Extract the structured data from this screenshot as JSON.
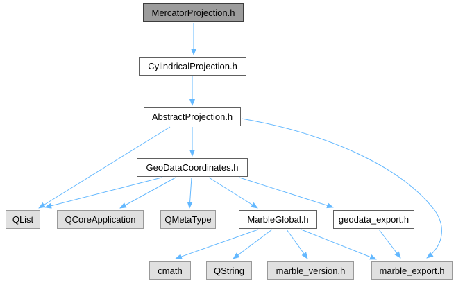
{
  "graph": {
    "kind": "include-dependency-graph",
    "root": "MercatorProjection.h",
    "colors": {
      "edge": "#63b8ff",
      "focus_node_fill": "#9c9c9c",
      "focus_node_border": "#3d3d3d",
      "linked_node_fill": "#ffffff",
      "linked_node_border": "#606060",
      "plain_node_fill": "#e0e0e0",
      "plain_node_border": "#999999",
      "text": "#000000",
      "background": "#ffffff"
    },
    "nodes": [
      {
        "label": "MercatorProjection.h",
        "style": "focus"
      },
      {
        "label": "CylindricalProjection.h",
        "style": "linked"
      },
      {
        "label": "AbstractProjection.h",
        "style": "linked"
      },
      {
        "label": "GeoDataCoordinates.h",
        "style": "linked"
      },
      {
        "label": "QList",
        "style": "plain"
      },
      {
        "label": "QCoreApplication",
        "style": "plain"
      },
      {
        "label": "QMetaType",
        "style": "plain"
      },
      {
        "label": "MarbleGlobal.h",
        "style": "linked"
      },
      {
        "label": "geodata_export.h",
        "style": "linked"
      },
      {
        "label": "cmath",
        "style": "plain"
      },
      {
        "label": "QString",
        "style": "plain"
      },
      {
        "label": "marble_version.h",
        "style": "plain"
      },
      {
        "label": "marble_export.h",
        "style": "plain"
      }
    ],
    "edges": [
      {
        "from": "MercatorProjection.h",
        "to": "CylindricalProjection.h"
      },
      {
        "from": "CylindricalProjection.h",
        "to": "AbstractProjection.h"
      },
      {
        "from": "AbstractProjection.h",
        "to": "GeoDataCoordinates.h"
      },
      {
        "from": "AbstractProjection.h",
        "to": "QList"
      },
      {
        "from": "AbstractProjection.h",
        "to": "marble_export.h"
      },
      {
        "from": "GeoDataCoordinates.h",
        "to": "QList"
      },
      {
        "from": "GeoDataCoordinates.h",
        "to": "QCoreApplication"
      },
      {
        "from": "GeoDataCoordinates.h",
        "to": "QMetaType"
      },
      {
        "from": "GeoDataCoordinates.h",
        "to": "MarbleGlobal.h"
      },
      {
        "from": "GeoDataCoordinates.h",
        "to": "geodata_export.h"
      },
      {
        "from": "MarbleGlobal.h",
        "to": "cmath"
      },
      {
        "from": "MarbleGlobal.h",
        "to": "QString"
      },
      {
        "from": "MarbleGlobal.h",
        "to": "marble_version.h"
      },
      {
        "from": "MarbleGlobal.h",
        "to": "marble_export.h"
      },
      {
        "from": "geodata_export.h",
        "to": "marble_export.h"
      }
    ]
  }
}
